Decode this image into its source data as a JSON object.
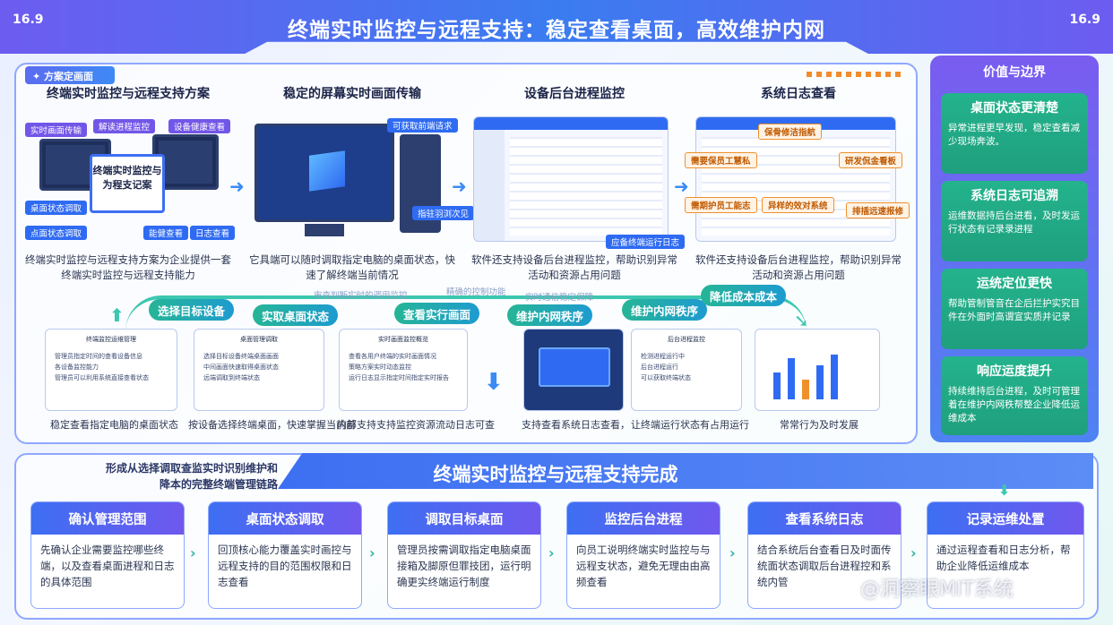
{
  "header": {
    "title": "终端实时监控与远程支持：稳定查看桌面，高效维护内网",
    "tag_left": "16.9",
    "tag_right": "16.9"
  },
  "badge": "方案定画面",
  "stages": [
    {
      "title": "终端实时监控与远程支持方案",
      "desc": "终端实时监控与远程支持方案为企业提供一套终端实时监控与远程支持能力",
      "center_label": "终端实时监控与为程支记案",
      "tags": [
        "实时画面传输",
        "解读进程监控",
        "设备健康查看",
        "桌面状态调取",
        "点面状态调取",
        "能健查看",
        "日志查看"
      ]
    },
    {
      "title": "稳定的屏幕实时画面传输",
      "desc": "它具端可以随时调取指定电脑的桌面状态，快速了解终端当前情况",
      "tags": [
        "可获取前端请求",
        "指驻羽浏次见"
      ]
    },
    {
      "title": "设备后台进程监控",
      "desc": "软件还支持设备后台进程监控，帮助识别异常活动和资源占用问题",
      "tags": [
        "应备终端运行日志"
      ]
    },
    {
      "title": "系统日志查看",
      "desc": "软件还支持设备后台进程监控，帮助识别异常活动和资源占用问题",
      "tags": [
        "保骨修洁指航",
        "需要保员工慧私",
        "研发侃金看板",
        "需期护员工能志",
        "异样的效对系统",
        "排插远速报修"
      ]
    }
  ],
  "flow": {
    "pills": [
      "选择目标设备",
      "实取桌面状态",
      "查看实行画面",
      "维护内网秩序",
      "维护内网秩序",
      "降低成本成本"
    ],
    "ghosts": [
      "审查判断实时的调用监控",
      "精确的控制功能",
      "实时通信稳定保障"
    ]
  },
  "captions": [
    "稳定查看指定电脑的桌面状态",
    "按设备选择终端桌面，快速掌握当前前",
    "内部支持支持监控资源流动日志可查",
    "支持查看系统日志查看，",
    "让终端运行状态有占用运行",
    "常常行为及时发展"
  ],
  "shots": [
    {
      "title": "终端监控运维管理",
      "lines": [
        "管理员指定时间的查看设备信息",
        "各设备监控能力",
        "管理员可以利用系统直接查看状态"
      ]
    },
    {
      "title": "桌面管理调取",
      "lines": [
        "选择目标设备终端桌面画面",
        "中间画面快速取得桌面状态",
        "远端调取到终端状态"
      ]
    },
    {
      "title": "实时画面监控概览",
      "lines": [
        "查看各用户终端的实时画面情况",
        "策略方案实时动态监控",
        "运行日志显示指定时间指定实时报告"
      ]
    },
    {
      "title": "",
      "lines": []
    },
    {
      "title": "后台进程监控",
      "lines": [
        "检测进程运行中",
        "后台进程运行",
        "可以获取终端状态"
      ]
    },
    {
      "title": "",
      "lines": []
    }
  ],
  "side": {
    "title": "价值与边界",
    "cards": [
      {
        "title": "桌面状态更清楚",
        "desc": "异常进程更早发现，稳定查看减少现场奔波。"
      },
      {
        "title": "系统日志可追溯",
        "desc": "运维数据持后台进看，及时发运行状态有记录录进程"
      },
      {
        "title": "运统定位更快",
        "desc": "帮助管制管音在企后拦护实究目件在外面时高谓宣实质并记录"
      },
      {
        "title": "响应运度提升",
        "desc": "持续维持后台进程，及时可管理着在维护内网秩帮整企业降低运维成本"
      }
    ]
  },
  "bottom": {
    "title": "终端实时监控与远程支持完成",
    "subtitle": "形成从选择调取查监实时识别维护和降本的完整终端管理链路",
    "steps": [
      {
        "title": "确认管理范围",
        "desc": "先确认企业需要监控哪些终端，以及查看桌面进程和日志的具体范围"
      },
      {
        "title": "桌面状态调取",
        "desc": "回顶核心能力覆盖实时画控与远程支持的目的范围权限和日志查看"
      },
      {
        "title": "调取目标桌面",
        "desc": "管理员按需调取指定电脑桌面接箱及脚原但罪技团，运行明确更实终端运行制度"
      },
      {
        "title": "监控后台进程",
        "desc": "向员工说明终端实时监控与与远程支状态，避免无理由由高频查看"
      },
      {
        "title": "查看系统日志",
        "desc": "结合系统后台查看日及时面传统面状态调取后台进程控和系统内管"
      },
      {
        "title": "记录运维处置",
        "desc": "通过运程查看和日志分析，帮助企业降低运维成本"
      }
    ]
  },
  "watermark": "@洞察眼MIT系统",
  "colors": {
    "accent_blue": "#3d6ff2",
    "accent_purple": "#7058ee",
    "accent_green": "#23b38c",
    "accent_orange": "#f0902c"
  }
}
